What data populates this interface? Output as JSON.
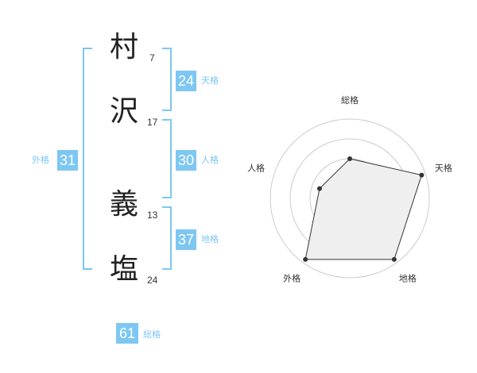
{
  "name": {
    "chars": [
      {
        "char": "村",
        "strokes": "7"
      },
      {
        "char": "沢",
        "strokes": "17"
      },
      {
        "char": "義",
        "strokes": "13"
      },
      {
        "char": "塩",
        "strokes": "24"
      }
    ]
  },
  "fortunes": {
    "tenkaku": {
      "value": "24",
      "label": "天格"
    },
    "jinkaku": {
      "value": "30",
      "label": "人格"
    },
    "chikaku": {
      "value": "37",
      "label": "地格"
    },
    "gaikaku": {
      "value": "31",
      "label": "外格"
    },
    "soukaku": {
      "value": "61",
      "label": "総格"
    }
  },
  "chart_data": {
    "type": "radar",
    "axes": [
      "総格",
      "天格",
      "地格",
      "外格",
      "人格"
    ],
    "values": [
      0.5,
      0.95,
      0.95,
      0.95,
      0.4
    ],
    "range": [
      0,
      1
    ],
    "rings": 4,
    "colors": {
      "fill": "#efefef",
      "stroke": "#333333",
      "grid": "#cccccc",
      "point": "#333333"
    }
  },
  "colors": {
    "accent": "#7dc7f2"
  }
}
